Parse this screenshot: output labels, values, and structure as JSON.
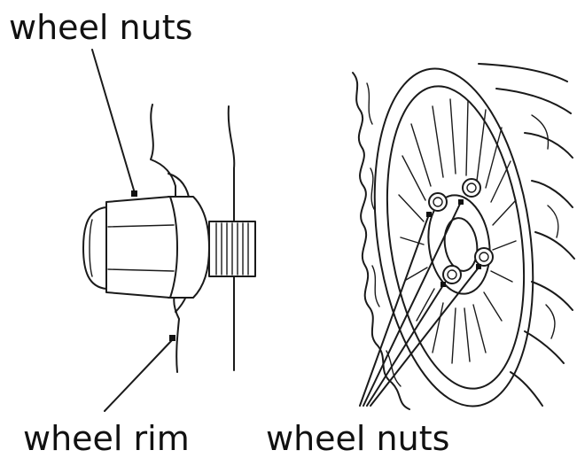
{
  "labels": {
    "top_left": "wheel nuts",
    "bottom_left": "wheel rim",
    "bottom_right": "wheel nuts"
  },
  "colors": {
    "ink": "#1a1a1a",
    "background": "#ffffff"
  }
}
